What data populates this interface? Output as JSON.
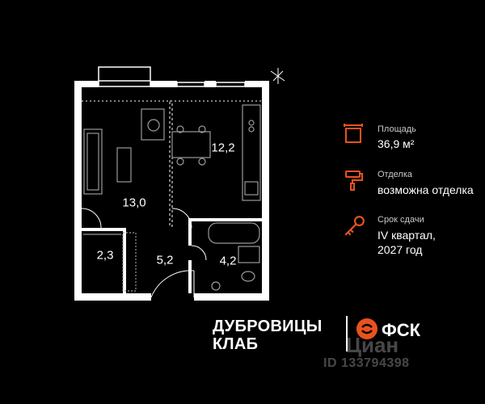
{
  "rooms": [
    {
      "name": "room-living",
      "area": "13,0"
    },
    {
      "name": "room-kitchen",
      "area": "12,2"
    },
    {
      "name": "room-storage",
      "area": "2,3"
    },
    {
      "name": "room-hall",
      "area": "5,2"
    },
    {
      "name": "room-bath",
      "area": "4,2"
    }
  ],
  "info": {
    "area_label": "Площадь",
    "area_value": "36,9 м²",
    "finish_label": "Отделка",
    "finish_value": "возможна отделка",
    "deadline_label": "Срок сдачи",
    "deadline_value_line1": "IV квартал,",
    "deadline_value_line2": "2027 год"
  },
  "project": {
    "name_line1": "ДУБРОВИЦЫ",
    "name_line2": "КЛАБ"
  },
  "developer": {
    "logo_text": "ФСК"
  },
  "watermark": {
    "brand": "Циан",
    "id": "ID 133794398"
  },
  "colors": {
    "accent": "#e8521f",
    "background": "#000000",
    "wall": "#ffffff",
    "furniture": "#9a9a9a"
  },
  "icons": {
    "area": "floorplan-icon",
    "finish": "paint-roller-icon",
    "deadline": "key-icon",
    "compass": "compass-icon"
  }
}
